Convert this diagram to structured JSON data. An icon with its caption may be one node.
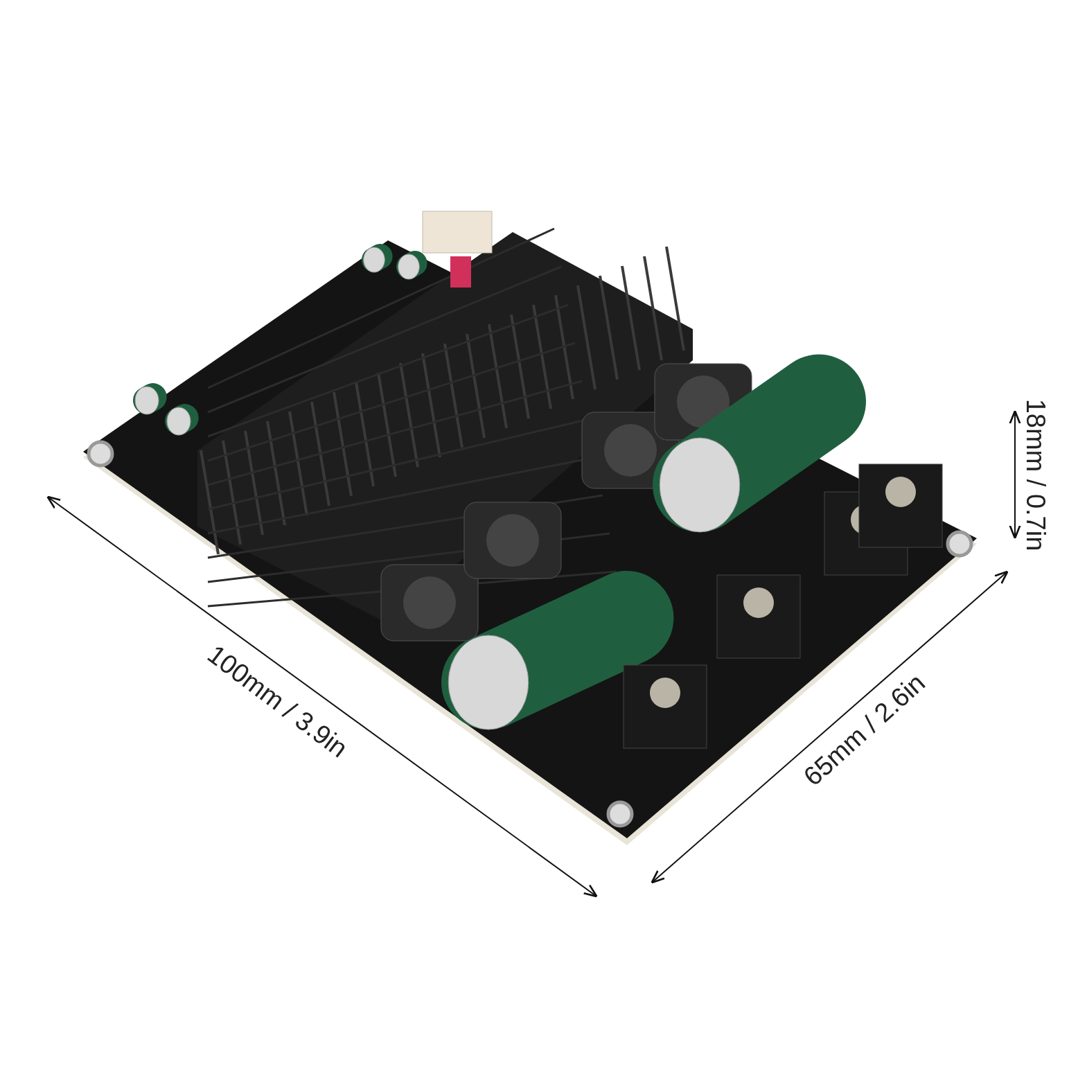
{
  "diagram": {
    "labels": [
      "18mm / 0.7in",
      "100mm / 3.9in",
      "65mm / 2.6in"
    ]
  }
}
